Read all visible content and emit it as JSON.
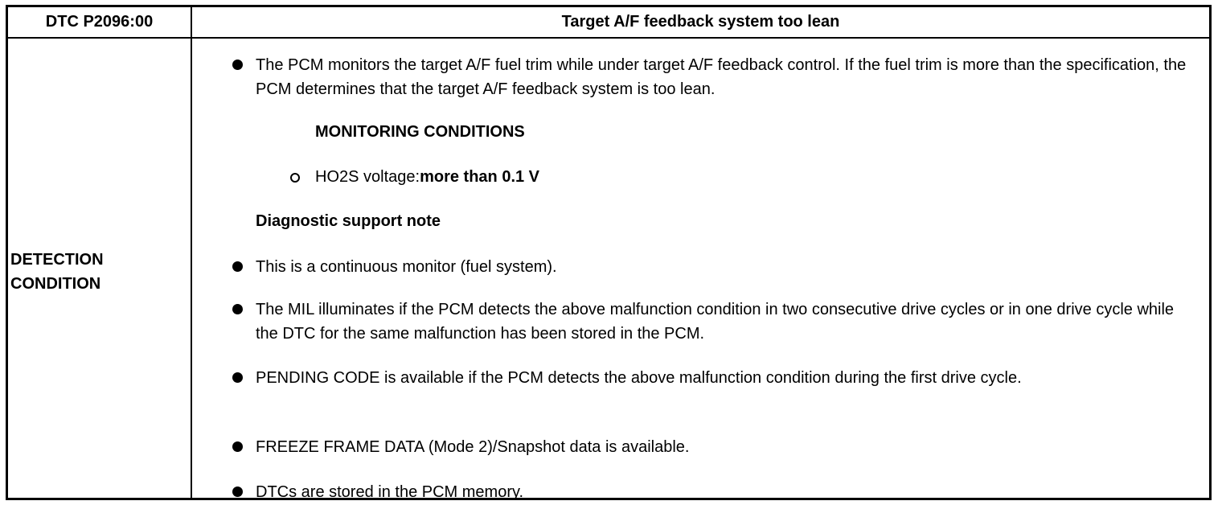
{
  "table": {
    "header_code": "DTC P2096:00",
    "header_title": "Target A/F feedback system too lean",
    "row_label": [
      "DETECTION",
      "CONDITION"
    ],
    "bullet1": "The PCM monitors the target A/F fuel trim while under target A/F feedback control. If the fuel trim is more than the specification, the PCM determines that the target A/F feedback system is too lean.",
    "monitoring_heading": "MONITORING CONDITIONS",
    "monitoring_item_label": "HO2S voltage:",
    "monitoring_item_value": "more than 0.1 V",
    "support_heading": "Diagnostic support note",
    "support_items": [
      "This is a continuous monitor (fuel system).",
      "The MIL illuminates if the PCM detects the above malfunction condition in two consecutive drive cycles or in one drive cycle while the DTC for the same malfunction has been stored in the PCM.",
      "PENDING CODE is available if the PCM detects the above malfunction condition during the first drive cycle.",
      "FREEZE FRAME DATA (Mode 2)/Snapshot data is available.",
      "DTCs are stored in the PCM memory."
    ]
  }
}
